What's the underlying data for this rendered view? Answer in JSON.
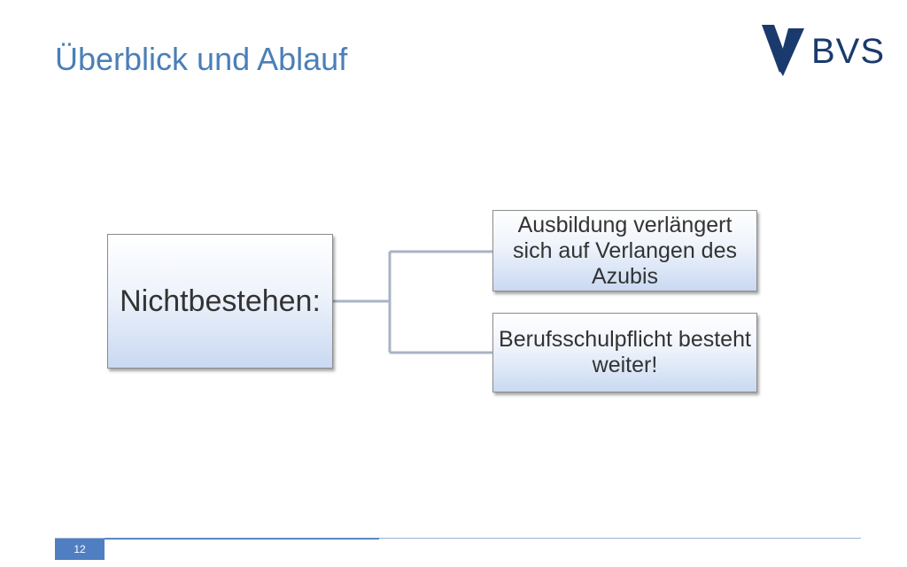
{
  "slide": {
    "title": "Überblick und Ablauf",
    "logo": {
      "text": "BVS",
      "icon": "bvs-v-mark-icon",
      "color": "#1a3a6e"
    },
    "diagram": {
      "main_node": "Nichtbestehen:",
      "branches": [
        "Ausbildung verlängert sich auf Verlangen des Azubis",
        "Berufsschulpflicht besteht weiter!"
      ]
    },
    "footer": {
      "page_number": "12"
    },
    "colors": {
      "title": "#4a7fb8",
      "accent": "#4f7fc2",
      "connector": "#a9b3c4"
    }
  }
}
